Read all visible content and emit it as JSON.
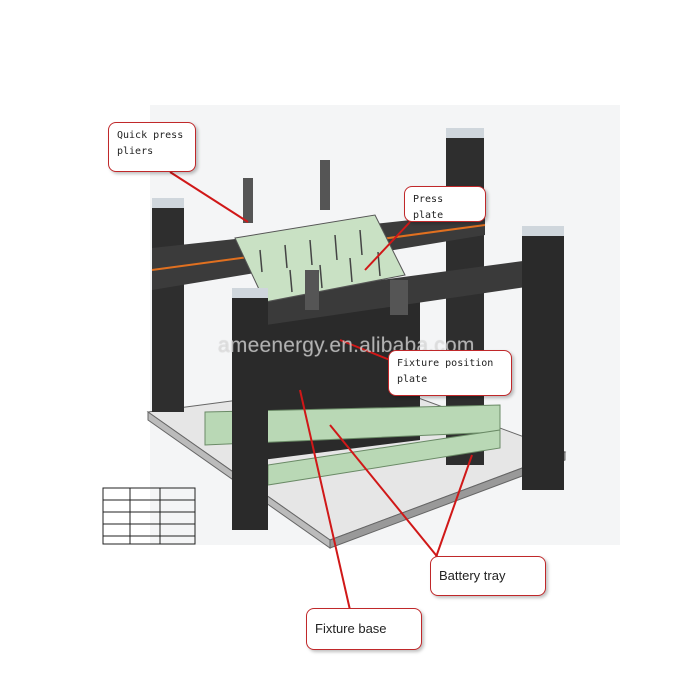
{
  "labels": {
    "quick_press_pliers": "Quick press pliers",
    "press_plate": "Press plate",
    "fixture_position_plate": "Fixture position plate",
    "battery_tray": "Battery tray",
    "fixture_base": "Fixture base"
  },
  "watermark": "ameenergy.en.alibaba.com",
  "colors": {
    "callout_border": "#c0282a",
    "frame": "#2b2b2b",
    "green_parts": "#b9d8b5",
    "base": "#e4e4e4"
  }
}
